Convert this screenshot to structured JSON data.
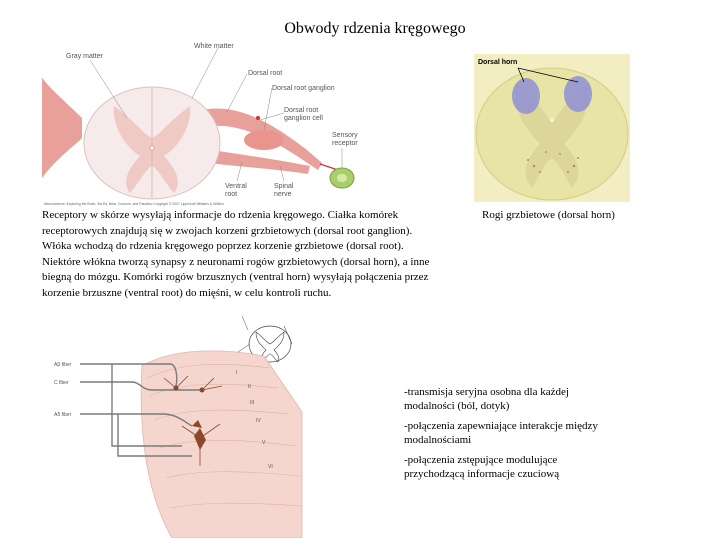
{
  "title": "Obwody rdzenia kręgowego",
  "figure_cord": {
    "labels": {
      "gray_matter": "Gray matter",
      "white_matter": "White matter",
      "dorsal_root": "Dorsal root",
      "dorsal_root_ganglion": "Dorsal root ganglion",
      "ganglion_cell_1": "Dorsal root",
      "ganglion_cell_2": "ganglion cell",
      "sensory_1": "Sensory",
      "sensory_2": "receptor",
      "ventral_1": "Ventral",
      "ventral_2": "root",
      "spinal_1": "Spinal",
      "spinal_2": "nerve"
    },
    "credit": "Neuroscience: Exploring the Brain, 3rd Ed, Bear, Connors, and Paradiso Copyright © 2007 Lippincott Williams & Wilkins"
  },
  "figure_horn": {
    "label": "Dorsal horn"
  },
  "paragraph": [
    "Receptory w skórze wysyłają informacje do rdzenia kręgowego. Ciałka komórek",
    "receptorowych znajdują się w zwojach korzeni grzbietowych (dorsal root ganglion).",
    "Włóka wchodzą do rdzenia kręgowego poprzez korzenie grzbietowe (dorsal root).",
    "Niektóre włókna tworzą synapsy z neuronami rogów grzbietowych (dorsal horn), a inne",
    "biegną do mózgu. Komórki rogów brzusznych (ventral horn) wysyłają połączenia przez",
    "korzenie brzuszne (ventral root) do mięśni, w celu kontroli ruchu."
  ],
  "caption_horn": "Rogi grzbietowe (dorsal horn)",
  "figure_laminae": {
    "fibers": [
      "Aβ fiber",
      "C fiber",
      "Aδ fiber"
    ],
    "laminae": [
      "I",
      "II",
      "III",
      "IV",
      "V",
      "VI"
    ]
  },
  "notes": [
    "-transmisja seryjna osobna dla każdej modalności (ból, dotyk)",
    "-połączenia zapewniające interakcje między modalnościami",
    "-połączenia zstępujące modulujące przychodzącą informacje czuciową"
  ],
  "colors": {
    "nerve": "#e8a09a",
    "gray_matter": "#efc9c4",
    "horn_stain": "#8e8fd6",
    "tissue": "#e8e4a6"
  }
}
